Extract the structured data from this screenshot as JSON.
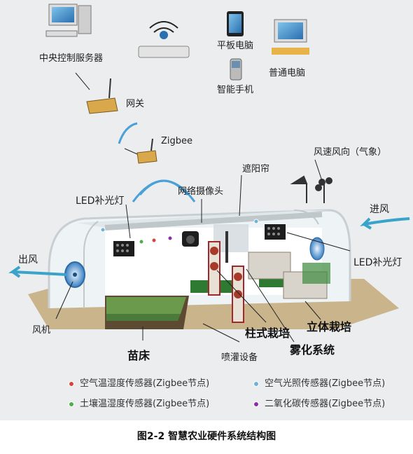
{
  "labels": {
    "server": "中央控制服务器",
    "tablet": "平板电脑",
    "pc": "普通电脑",
    "phone": "智能手机",
    "gateway": "网关",
    "zigbee": "Zigbee",
    "shade": "遮阳帘",
    "weather": "风速风向（气象）",
    "camera": "网络摄像头",
    "led_left": "LED补光灯",
    "led_right": "LED补光灯",
    "wind_in": "进风",
    "wind_out": "出风",
    "fan": "风机",
    "column": "柱式栽培",
    "vertical": "立体栽培",
    "seedbed": "苗床",
    "sprinkler": "喷灌设备",
    "mist": "雾化系统"
  },
  "legend": [
    {
      "text": "空气温湿度传感器(Zigbee节点)",
      "color": "#d9443a"
    },
    {
      "text": "空气光照传感器(Zigbee节点)",
      "color": "#6fb1d8"
    },
    {
      "text": "土壤温湿度传感器(Zigbee节点)",
      "color": "#4cae4c"
    },
    {
      "text": "二氧化碳传感器(Zigbee节点)",
      "color": "#8b2fa8"
    }
  ],
  "caption": "图2-2 智慧农业硬件系统结构图"
}
